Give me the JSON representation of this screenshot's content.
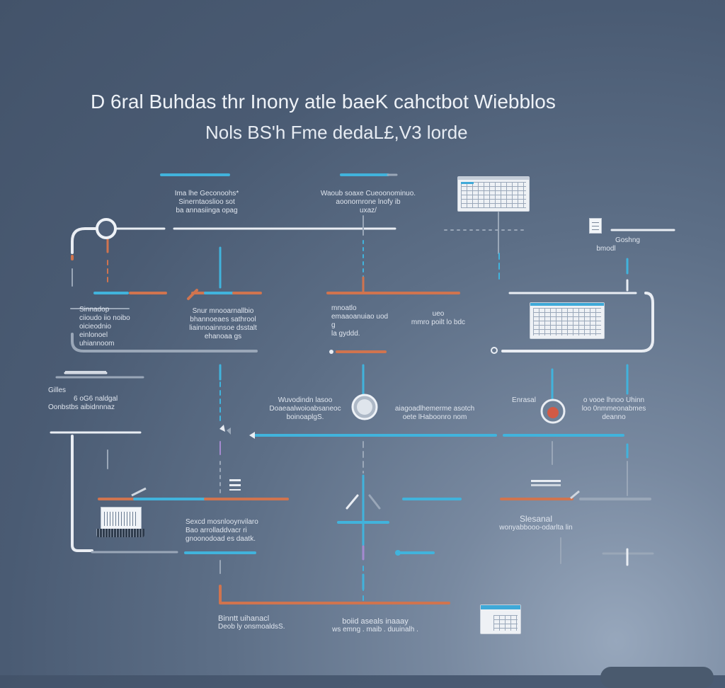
{
  "title": {
    "line1": "D 6ral Buhdas thr Inony atle baeK cahctbot Wiebblos",
    "line2": "Nols BS'h Fme dedaL£,V3 lorde"
  },
  "nodes": {
    "n1": [
      "Ima lhe Geconoohs*",
      "Sinerntaoslioo sot",
      "ba annasiinga opag"
    ],
    "n2": [
      "Waoub soaxe Cueoonominuo.",
      "aoonornrone lnofy ib",
      "uxaz/"
    ],
    "n3": [
      "Goshng",
      "bmodl"
    ],
    "n4": [
      "Sinnadop",
      "ciioudo iio noibo",
      "oicieodnio",
      "einlonoel",
      "uhiannoom"
    ],
    "n5": [
      "Snur mnooarnallbio",
      "bhannoeaes sathrool",
      "liainnoainnsoe dsstalt",
      "ehanoaa gs"
    ],
    "n6": [
      "mnoatlo",
      "emaaoanuiao uod",
      "g",
      "la gyddd."
    ],
    "n7": [
      "ueo",
      "mmro poilt lo bdc"
    ],
    "n8": [
      "Gilles",
      "6 oG6 naldgal",
      "Oonbstbs aibidnnnaz"
    ],
    "n9": [
      "Wuvodindn lasoo",
      "Doaeaalwoioabsaneoc",
      "boinoaplgS."
    ],
    "n10": [
      "aiagoadlhemerme asotch",
      "oete lHaboonro nom"
    ],
    "n11": [
      "Enrasal"
    ],
    "n12": [
      "o vooe lhnoo Uhinn",
      "loo 0nmmeonabmes",
      "deanno"
    ],
    "n13": [
      "Sexcd mosnlooynvilaro",
      "Bao arrolladdvacr ri",
      "gnoonodoad es daatk."
    ],
    "n14": [
      "Slesanal",
      "wonyabbooo-odarlta lin"
    ],
    "n15": [
      "Binntt uihanacl",
      "Deob ly onsmoaldsS."
    ],
    "n16": [
      "boiid aseals inaaay",
      "ws emng . maib . duuinalh ."
    ]
  },
  "colors": {
    "background": "#4f6079",
    "connector_white": "#e9edf3",
    "connector_blue": "#41b3dc",
    "connector_orange": "#d0744f",
    "connector_gray": "#9aa7b8",
    "connector_purple": "#a58ad0"
  },
  "icons": {
    "top_right_window": "spreadsheet-window-icon",
    "right_window": "spreadsheet-window-icon",
    "left_laptop": "laptop-icon",
    "bottom_card": "id-card-icon",
    "small_doc": "document-icon",
    "center_hub": "ring-node-icon",
    "right_hub": "ring-node-icon",
    "top_left_hub": "ring-node-icon"
  }
}
